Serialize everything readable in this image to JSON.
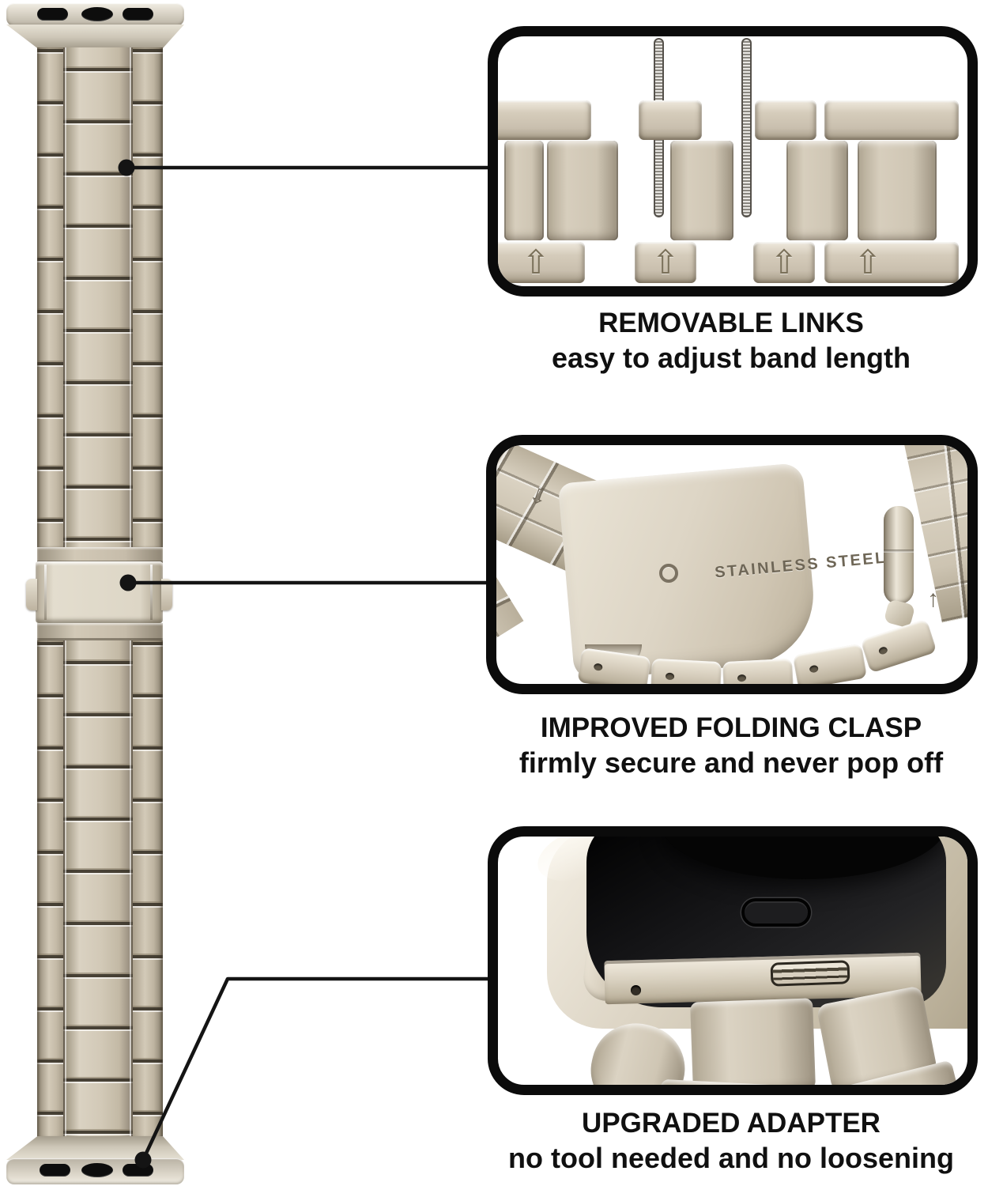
{
  "infographic": {
    "background": "#ffffff",
    "outline_color": "#0b0b0b",
    "callout_line_color": "#141414",
    "text_color": "#101010",
    "metal_light": "#f0ebdf",
    "metal_mid": "#d5ccbb",
    "metal_deep": "#a89e8a",
    "watch_back_color": "#1c1c1e"
  },
  "band": {
    "description": "stainless steel link watch band with top and bottom adapters and folding clasp",
    "adapter_slot_count": 3
  },
  "glyphs": {
    "arrow_up": "⇧",
    "arrow_down": "⇩",
    "arrow_up_thin": "↑"
  },
  "callouts": [
    {
      "id": "removable-links",
      "title": "REMOVABLE LINKS",
      "subtitle": "easy to adjust band length"
    },
    {
      "id": "folding-clasp",
      "title": "IMPROVED FOLDING CLASP",
      "subtitle": "firmly secure and never pop off",
      "engraving": "STAINLESS STEEL"
    },
    {
      "id": "upgraded-adapter",
      "title": "UPGRADED ADAPTER",
      "subtitle": "no tool needed and no loosening"
    }
  ]
}
